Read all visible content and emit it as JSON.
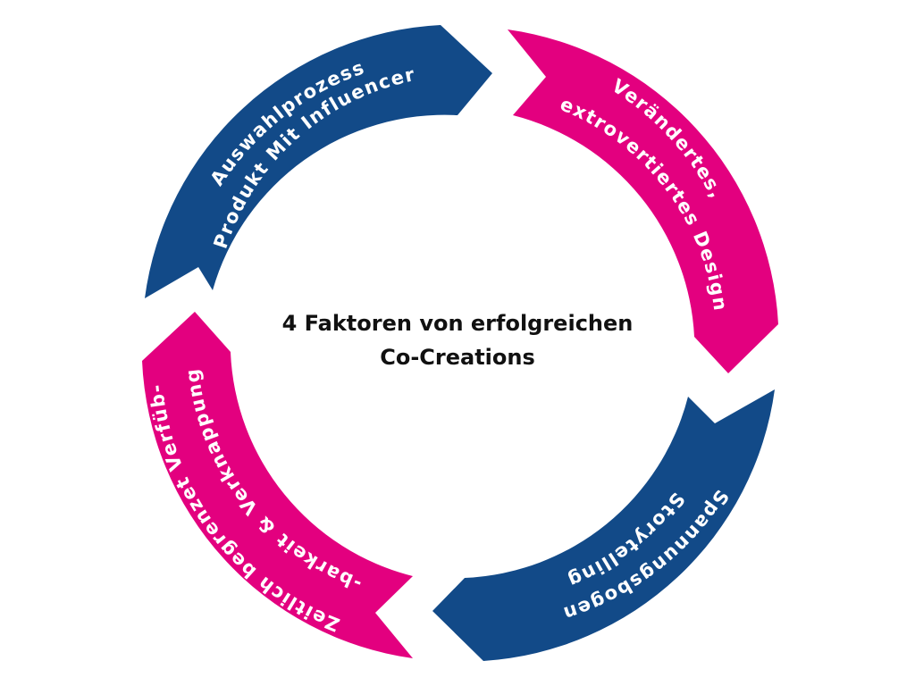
{
  "diagram": {
    "title_lines": [
      "4 Faktoren von erfolgreichen",
      "Co-Creations"
    ],
    "colors": {
      "blue": "#124a88",
      "pink": "#e3007f",
      "text_on_segment": "#ffffff",
      "center_text": "#111111"
    },
    "segments": [
      {
        "id": "auswahlprozess",
        "color": "blue",
        "lines": [
          "Auswahlprozess",
          "Produkt Mit Influencer"
        ]
      },
      {
        "id": "design",
        "color": "pink",
        "lines": [
          "Verändertes,",
          "extrovertiertes Design"
        ]
      },
      {
        "id": "storytelling",
        "color": "blue",
        "lines": [
          "Spannungsbogen,",
          "Storytelling"
        ]
      },
      {
        "id": "verknappung",
        "color": "pink",
        "lines": [
          "Zeitlich begrenzet Verfüb-",
          "-barkeit & Verknappung"
        ]
      }
    ]
  }
}
